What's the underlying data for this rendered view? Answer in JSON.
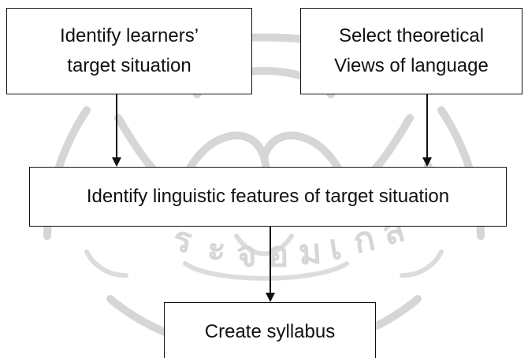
{
  "diagram": {
    "nodes": {
      "target_situation": {
        "line1": "Identify learners’",
        "line2": "target situation"
      },
      "theoretical_views": {
        "line1": "Select theoretical",
        "line2": "Views of language"
      },
      "linguistic_features": {
        "label": "Identify linguistic features of target situation"
      },
      "syllabus": {
        "label": "Create syllabus"
      }
    },
    "edges": [
      {
        "from": "target_situation",
        "to": "linguistic_features"
      },
      {
        "from": "theoretical_views",
        "to": "linguistic_features"
      },
      {
        "from": "linguistic_features",
        "to": "syllabus"
      }
    ]
  },
  "watermark": {
    "type": "university-seal",
    "color": "#d9d9d9"
  }
}
